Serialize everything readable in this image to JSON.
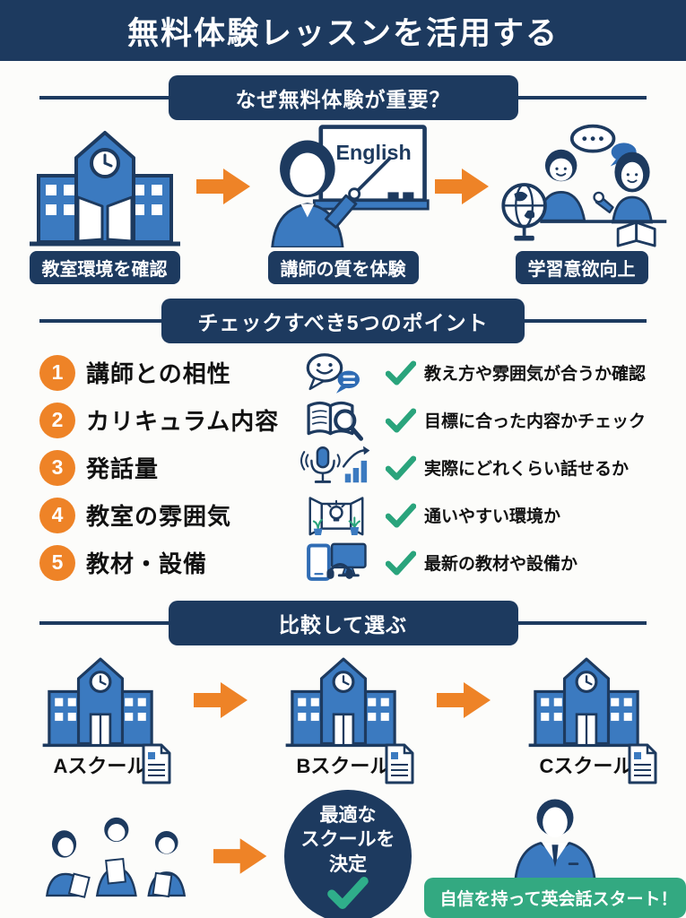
{
  "page": {
    "title": "無料体験レッスンを活用する"
  },
  "colors": {
    "navy": "#1d3a5f",
    "orange": "#ee8327",
    "illustration_blue": "#3b7ac0",
    "check_green": "#2aa47c",
    "badge_green": "#33a981",
    "text_black": "#111111",
    "background": "#fcfcfa"
  },
  "sections": {
    "why": {
      "header": "なぜ無料体験が重要？",
      "steps": [
        {
          "label": "教室環境を確認",
          "icon": "school-building-icon"
        },
        {
          "label": "講師の質を体験",
          "icon": "teacher-whiteboard-icon",
          "board_text": "English"
        },
        {
          "label": "学習意欲向上",
          "icon": "students-learning-icon"
        }
      ]
    },
    "checklist": {
      "header": "チェックすべき5つのポイント",
      "items": [
        {
          "number": "1",
          "label": "講師との相性",
          "icon": "chat-bubbles-icon",
          "description": "教え方や雰囲気が合うか確認"
        },
        {
          "number": "2",
          "label": "カリキュラム内容",
          "icon": "book-magnifier-icon",
          "description": "目標に合った内容かチェック"
        },
        {
          "number": "3",
          "label": "発話量",
          "icon": "microphone-chart-icon",
          "description": "実際にどれくらい話せるか"
        },
        {
          "number": "4",
          "label": "教室の雰囲気",
          "icon": "classroom-lightbulb-icon",
          "description": "通いやすい環境か"
        },
        {
          "number": "5",
          "label": "教材・設備",
          "icon": "devices-headphones-icon",
          "description": "最新の教材や設備か"
        }
      ]
    },
    "compare": {
      "header": "比較して選ぶ",
      "schools": [
        {
          "label": "Aスクール"
        },
        {
          "label": "Bスクール"
        },
        {
          "label": "Cスクール"
        }
      ]
    },
    "decision": {
      "circle_lines": [
        "最適な",
        "スクールを",
        "決定"
      ],
      "badge": "自信を持って英会話スタート！"
    }
  }
}
